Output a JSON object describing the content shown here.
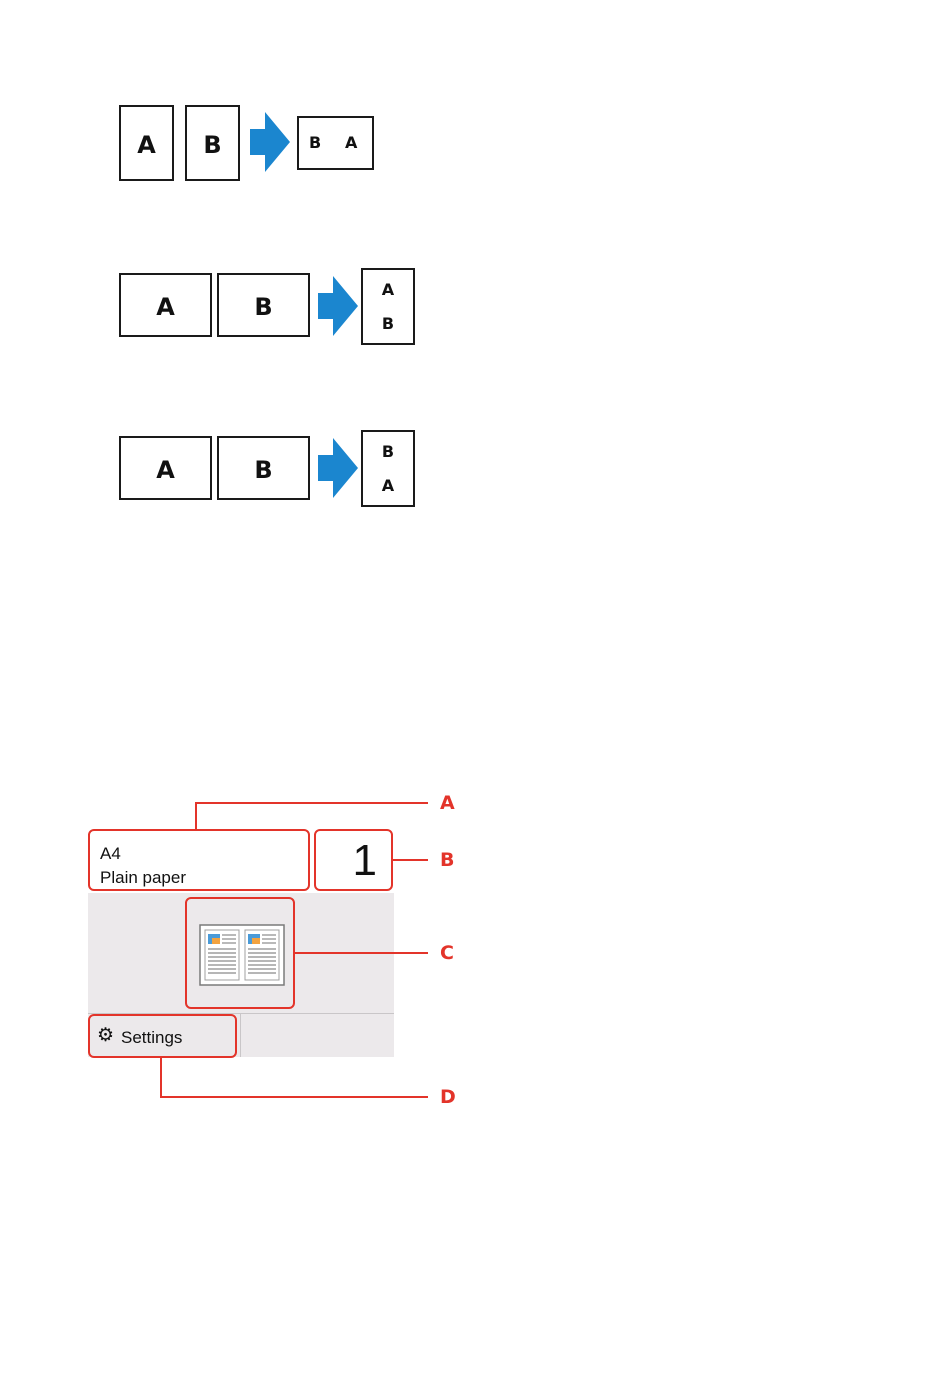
{
  "diagram1": {
    "src_left": "A",
    "src_right": "B",
    "out_left": "B",
    "out_right": "A"
  },
  "diagram2": {
    "src_left": "A",
    "src_right": "B",
    "out_top": "A",
    "out_bottom": "B"
  },
  "diagram3": {
    "src_left": "A",
    "src_right": "B",
    "out_top": "B",
    "out_bottom": "A"
  },
  "panel": {
    "paper_size": "A4",
    "paper_type": "Plain paper",
    "copies": "1",
    "settings_label": "Settings",
    "callouts": {
      "a": "A",
      "b": "B",
      "c": "C",
      "d": "D"
    }
  },
  "colors": {
    "arrow": "#1b86cf",
    "callout": "#e3342a",
    "panel_bg": "#ece9eb"
  }
}
